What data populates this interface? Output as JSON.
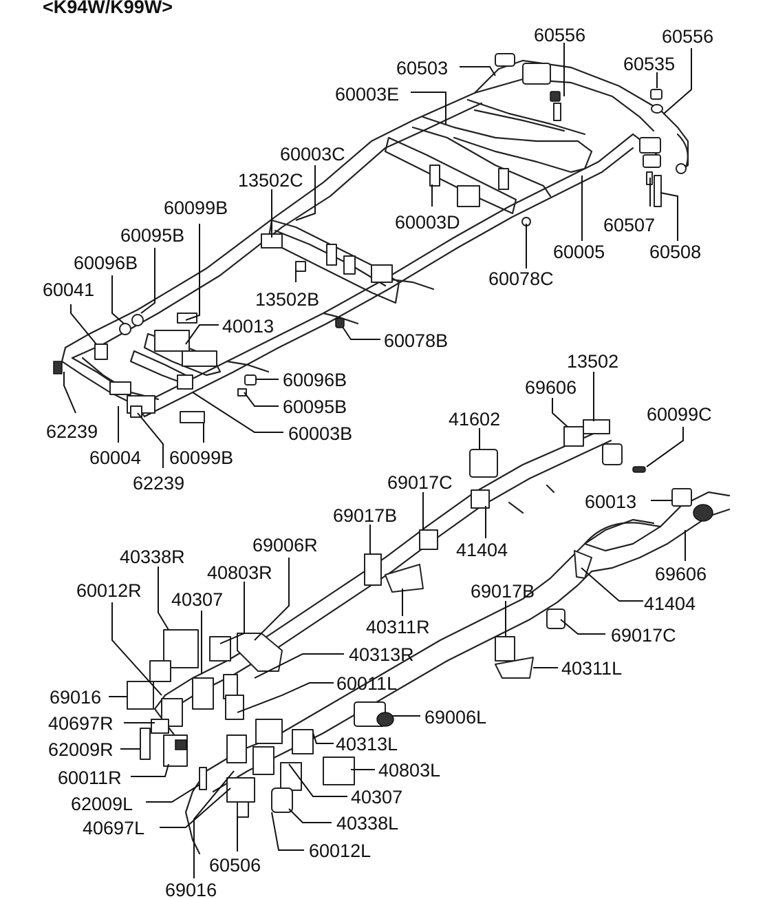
{
  "header": {
    "title": "<K94W/K99W>"
  },
  "callouts": [
    {
      "id": "c1",
      "text": "60556"
    },
    {
      "id": "c2",
      "text": "60556"
    },
    {
      "id": "c3",
      "text": "60503"
    },
    {
      "id": "c4",
      "text": "60535"
    },
    {
      "id": "c5",
      "text": "60003E"
    },
    {
      "id": "c6",
      "text": "60003C"
    },
    {
      "id": "c7",
      "text": "13502C"
    },
    {
      "id": "c8",
      "text": "60099B"
    },
    {
      "id": "c9",
      "text": "60003D"
    },
    {
      "id": "c10",
      "text": "60507"
    },
    {
      "id": "c11",
      "text": "60095B"
    },
    {
      "id": "c12",
      "text": "60005"
    },
    {
      "id": "c13",
      "text": "60508"
    },
    {
      "id": "c14",
      "text": "60096B"
    },
    {
      "id": "c15",
      "text": "60078C"
    },
    {
      "id": "c16",
      "text": "60041"
    },
    {
      "id": "c17",
      "text": "13502B"
    },
    {
      "id": "c18",
      "text": "40013"
    },
    {
      "id": "c19",
      "text": "60078B"
    },
    {
      "id": "c20",
      "text": "13502"
    },
    {
      "id": "c21",
      "text": "60096B"
    },
    {
      "id": "c22",
      "text": "69606"
    },
    {
      "id": "c23",
      "text": "60095B"
    },
    {
      "id": "c24",
      "text": "41602"
    },
    {
      "id": "c25",
      "text": "60099C"
    },
    {
      "id": "c26",
      "text": "62239"
    },
    {
      "id": "c27",
      "text": "60003B"
    },
    {
      "id": "c28",
      "text": "60004"
    },
    {
      "id": "c29",
      "text": "60099B"
    },
    {
      "id": "c30",
      "text": "62239"
    },
    {
      "id": "c31",
      "text": "69017C"
    },
    {
      "id": "c32",
      "text": "60013"
    },
    {
      "id": "c33",
      "text": "69017B"
    },
    {
      "id": "c34",
      "text": "41404"
    },
    {
      "id": "c35",
      "text": "40338R"
    },
    {
      "id": "c36",
      "text": "69006R"
    },
    {
      "id": "c37",
      "text": "69606"
    },
    {
      "id": "c38",
      "text": "40803R"
    },
    {
      "id": "c39",
      "text": "60012R"
    },
    {
      "id": "c40",
      "text": "40307"
    },
    {
      "id": "c41",
      "text": "69017B"
    },
    {
      "id": "c42",
      "text": "41404"
    },
    {
      "id": "c43",
      "text": "40311R"
    },
    {
      "id": "c44",
      "text": "69017C"
    },
    {
      "id": "c45",
      "text": "40313R"
    },
    {
      "id": "c46",
      "text": "40311L"
    },
    {
      "id": "c47",
      "text": "60011L"
    },
    {
      "id": "c48",
      "text": "69016"
    },
    {
      "id": "c49",
      "text": "69006L"
    },
    {
      "id": "c50",
      "text": "40697R"
    },
    {
      "id": "c51",
      "text": "40313L"
    },
    {
      "id": "c52",
      "text": "62009R"
    },
    {
      "id": "c53",
      "text": "40803L"
    },
    {
      "id": "c54",
      "text": "60011R"
    },
    {
      "id": "c55",
      "text": "40307"
    },
    {
      "id": "c56",
      "text": "62009L"
    },
    {
      "id": "c57",
      "text": "40338L"
    },
    {
      "id": "c58",
      "text": "40697L"
    },
    {
      "id": "c59",
      "text": "60012L"
    },
    {
      "id": "c60",
      "text": "60506"
    },
    {
      "id": "c61",
      "text": "69016"
    }
  ]
}
